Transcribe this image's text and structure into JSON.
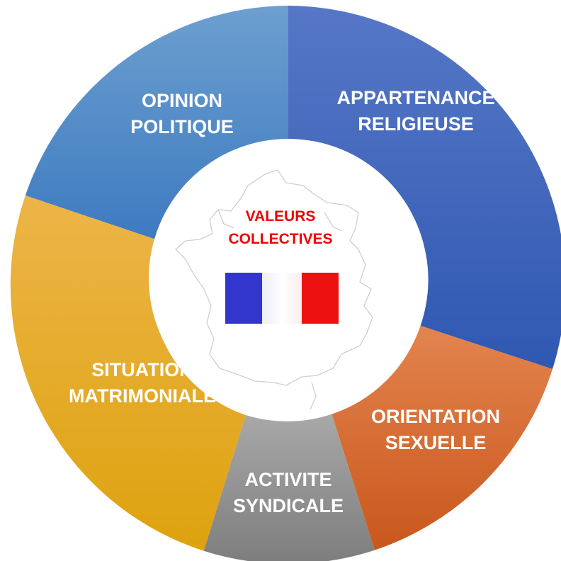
{
  "center": {
    "title_line1": "VALEURS",
    "title_line2": "COLLECTIVES",
    "flag_colors": [
      "#3336cc",
      "#ffffff",
      "#ee1111"
    ]
  },
  "segments": [
    {
      "id": "opinion-politique",
      "line1": "OPINION",
      "line2": "POLITIQUE",
      "color_top": "#6d9fd0",
      "color_bottom": "#3d7ac0"
    },
    {
      "id": "appartenance-religieuse",
      "line1": "APPARTENANCE",
      "line2": "RELIGIEUSE",
      "color_top": "#5677c6",
      "color_bottom": "#2f58b2"
    },
    {
      "id": "orientation-sexuelle",
      "line1": "ORIENTATION",
      "line2": "SEXUELLE",
      "color_top": "#e3844f",
      "color_bottom": "#c9571c"
    },
    {
      "id": "activite-syndicale",
      "line1": "ACTIVITE",
      "line2": "SYNDICALE",
      "color_top": "#a8a8a8",
      "color_bottom": "#7d7d7d"
    },
    {
      "id": "situation-matrimoniale",
      "line1": "SITUATION",
      "line2": "MATRIMONIALE",
      "color_top": "#ecb548",
      "color_bottom": "#dea20e"
    }
  ]
}
